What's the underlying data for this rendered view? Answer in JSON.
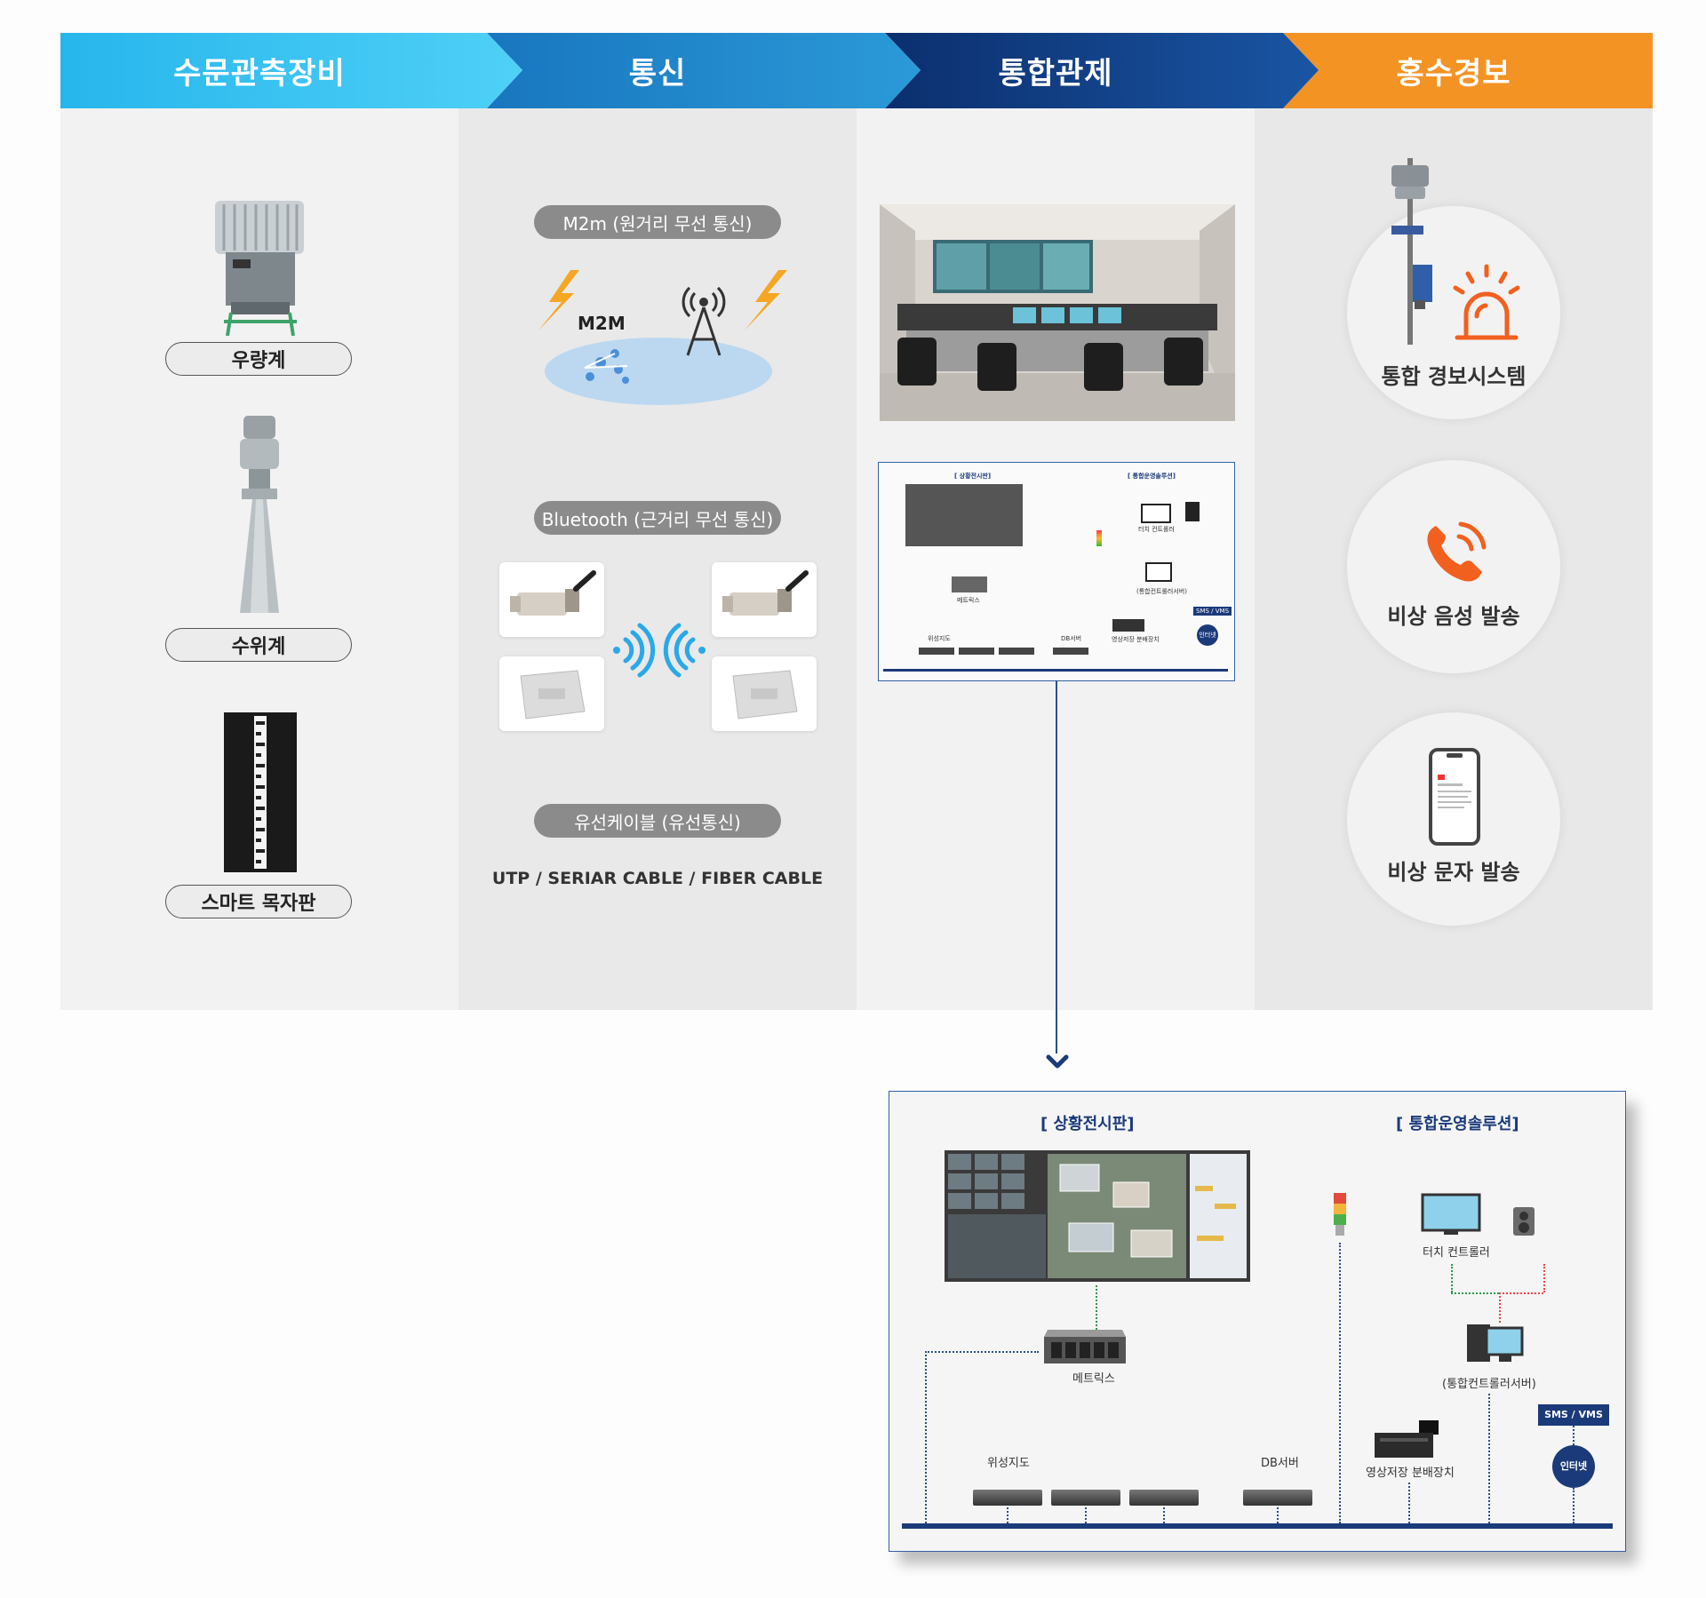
{
  "header": {
    "stage1": "수문관측장비",
    "stage2": "통신",
    "stage3": "통합관제",
    "stage4": "홍수경보"
  },
  "devices": {
    "rain_gauge": "우량계",
    "water_level_gauge": "수위계",
    "smart_staff_gauge": "스마트 목자판"
  },
  "communication": {
    "m2m_label": "M2m (원거리 무선 통신)",
    "m2m_text": "M2M",
    "bluetooth_label": "Bluetooth (근거리 무선 통신)",
    "wired_label": "유선케이블 (유선통신)",
    "wired_types": "UTP / SERIAR CABLE / FIBER CABLE"
  },
  "warning": {
    "integrated": "통합 경보시스템",
    "voice": "비상 음성 발송",
    "text": "비상 문자 발송"
  },
  "diagram": {
    "display_board": "[ 상황전시판]",
    "solution": "[ 통합운영솔루션]",
    "touch_controller": "터치 컨트롤러",
    "controller_server": "(통합컨트롤러서버)",
    "matrix": "메트릭스",
    "satellite_map": "위성지도",
    "db_server": "DB서버",
    "video_storage": "영상저장 분배장치",
    "sms_vms": "SMS / VMS",
    "internet": "인터넷"
  },
  "colors": {
    "stage1": "#3cc3f0",
    "stage2": "#2386cc",
    "stage3": "#0f3f86",
    "stage4": "#f39324",
    "navy": "#1b3a7a",
    "alert_orange": "#f2601f"
  }
}
